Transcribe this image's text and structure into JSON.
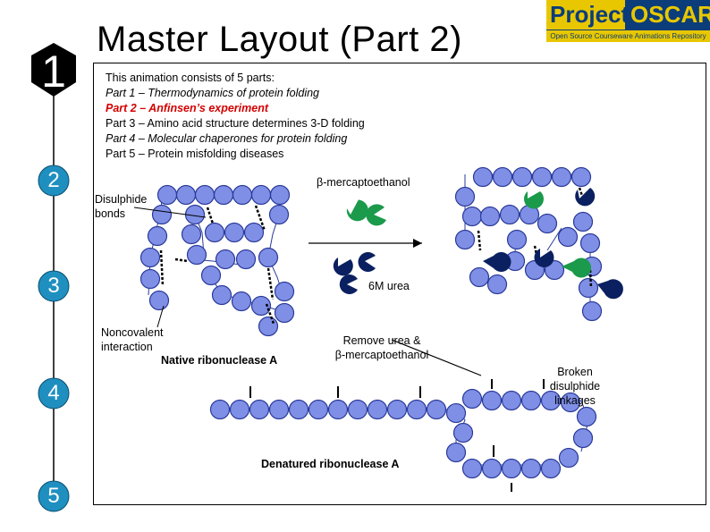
{
  "title": "Master Layout (Part 2)",
  "logo": {
    "brand_a": "Project",
    "brand_b": "OSCAR",
    "tagline": "Open Source Courseware Animations Repository"
  },
  "steps": [
    "1",
    "2",
    "3",
    "4",
    "5"
  ],
  "intro": {
    "line1": "This animation consists of 5 parts:",
    "line2": "Part 1 – Thermodynamics of protein folding",
    "line3": "Part 2 – Anfinsen’s experiment",
    "line4": "Part 3 – Amino acid structure determines 3-D folding",
    "line5": "Part 4 – Molecular chaperones for protein folding",
    "line6": "Part 5 – Protein misfolding diseases"
  },
  "labels": {
    "disulphide_1": "Disulphide",
    "disulphide_2": "bonds",
    "mercapto": "β-mercaptoethanol",
    "urea": "6M urea",
    "noncovalent_1": "Noncovalent",
    "noncovalent_2": "interaction",
    "native": "Native ribonuclease A",
    "remove_1": "Remove urea &",
    "remove_2": "β-mercaptoethanol",
    "broken_1": "Broken",
    "broken_2": "disulphide",
    "broken_3": "linkages",
    "denatured": "Denatured ribonuclease A"
  },
  "colors": {
    "bead_fill": "#7f8fe6",
    "bead_stroke": "#2a3a99",
    "reagent_green": "#1a9a4a",
    "urea_navy": "#0a2060",
    "step_bg": "#1f8fc0",
    "red_text": "#d40000"
  },
  "icons": [
    "number-1-badge",
    "number-2-badge",
    "number-3-badge",
    "number-4-badge",
    "number-5-badge",
    "pacman-molecule-icon"
  ]
}
